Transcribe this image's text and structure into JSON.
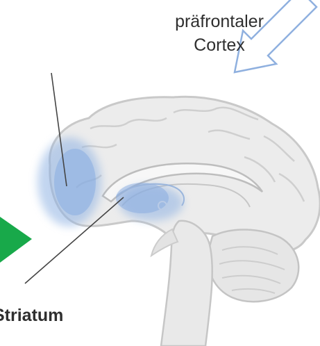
{
  "labels": {
    "pfc_line1": "präfrontaler",
    "pfc_line2": "Cortex",
    "striatum": "Striatum"
  },
  "colors": {
    "brain_fill": "#ececec",
    "brain_stroke": "#c9c9c9",
    "highlight": "#8fb2e3",
    "arrow_outline": "#8fb0df",
    "arrow_green": "#18a94a",
    "leader_line": "#444444",
    "text": "#2f2f2f"
  },
  "icons": {
    "pointer": "blue-outline-arrow-icon",
    "play": "green-triangle-icon"
  }
}
